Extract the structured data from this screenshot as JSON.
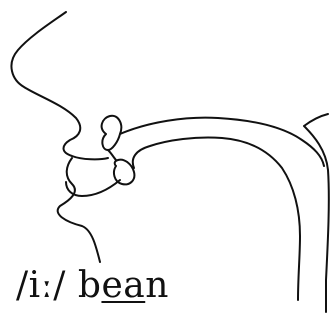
{
  "caption": {
    "phoneme": "/iː/",
    "word_before": "b",
    "word_highlight": "ea",
    "word_after": "n"
  },
  "colors": {
    "stroke": "#111111",
    "background": "#ffffff"
  }
}
